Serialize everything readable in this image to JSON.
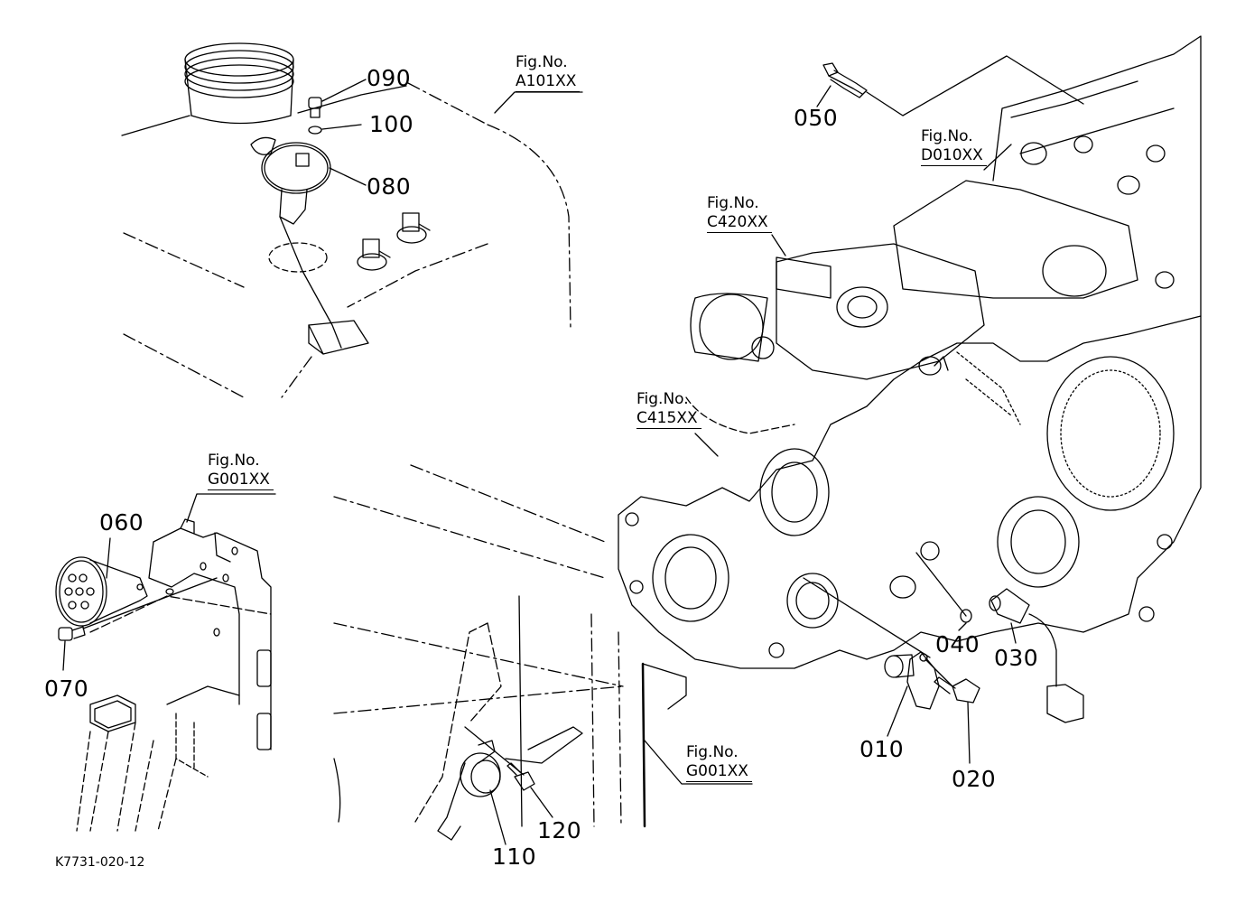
{
  "drawing_id": "K7731-020-12",
  "part_labels": [
    {
      "id": "090",
      "text": "090"
    },
    {
      "id": "100",
      "text": "100"
    },
    {
      "id": "080",
      "text": "080"
    },
    {
      "id": "050",
      "text": "050"
    },
    {
      "id": "060",
      "text": "060"
    },
    {
      "id": "070",
      "text": "070"
    },
    {
      "id": "040",
      "text": "040"
    },
    {
      "id": "030",
      "text": "030"
    },
    {
      "id": "010",
      "text": "010"
    },
    {
      "id": "020",
      "text": "020"
    },
    {
      "id": "120",
      "text": "120"
    },
    {
      "id": "110",
      "text": "110"
    }
  ],
  "figure_references": [
    {
      "prefix": "Fig.No.",
      "code": "A101XX"
    },
    {
      "prefix": "Fig.No.",
      "code": "D010XX"
    },
    {
      "prefix": "Fig.No.",
      "code": "C420XX"
    },
    {
      "prefix": "Fig.No.",
      "code": "C415XX"
    },
    {
      "prefix": "Fig.No.",
      "code": "G001XX"
    },
    {
      "prefix": "Fig.No.",
      "code": "G001XX"
    }
  ]
}
